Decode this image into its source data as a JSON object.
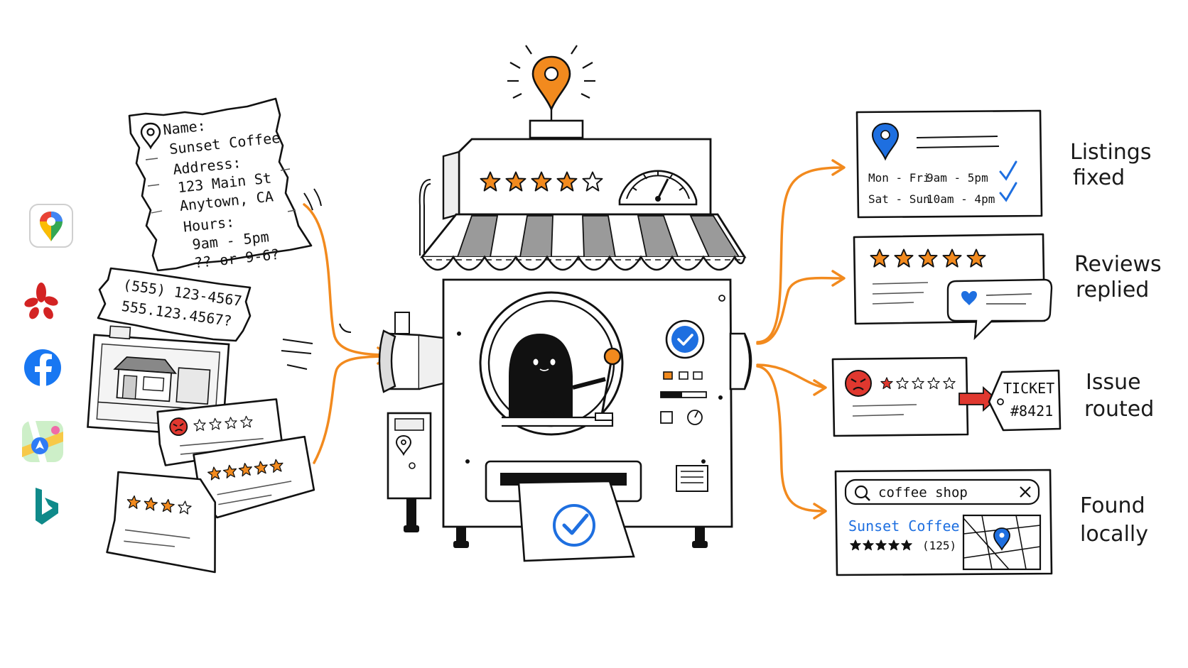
{
  "platforms": [
    {
      "name": "google-maps-icon"
    },
    {
      "name": "yelp-icon"
    },
    {
      "name": "facebook-icon"
    },
    {
      "name": "apple-maps-icon"
    },
    {
      "name": "bing-icon"
    }
  ],
  "messy_note": {
    "name_label": "Name:",
    "name_value": "Sunset Coffee",
    "address_label": "Address:",
    "address_line1": "123 Main St",
    "address_line2": "Anytown, CA",
    "hours_label": "Hours:",
    "hours_line1": "9am - 5pm",
    "hours_line2": "?? or 9-6?"
  },
  "phone_card": {
    "line1": "(555) 123-4567",
    "line2": "555.123.4567?"
  },
  "input_reviews": [
    {
      "stars_filled": 0,
      "stars_total": 4,
      "sentiment": "angry"
    },
    {
      "stars_filled": 5,
      "stars_total": 5,
      "sentiment": "none"
    },
    {
      "stars_filled": 3,
      "stars_total": 4,
      "sentiment": "none"
    }
  ],
  "machine": {
    "rating_stars_filled": 4,
    "rating_stars_total": 5
  },
  "outputs": {
    "listings": {
      "hours_row1_days": "Mon - Fri",
      "hours_row1_time": "9am - 5pm",
      "hours_row2_days": "Sat - Sun",
      "hours_row2_time": "10am - 4pm",
      "label_line1": "Listings",
      "label_line2": "fixed"
    },
    "reviews": {
      "stars_filled": 5,
      "label_line1": "Reviews",
      "label_line2": "replied"
    },
    "issue": {
      "stars_filled": 1,
      "stars_total": 5,
      "ticket_label": "TICKET",
      "ticket_number": "#8421",
      "label_line1": "Issue",
      "label_line2": "routed"
    },
    "found": {
      "search_query": "coffee shop",
      "result_name": "Sunset Coffee",
      "result_rating_count": "(125)",
      "label_line1": "Found",
      "label_line2": "locally"
    }
  },
  "colors": {
    "accent_orange": "#F28A1E",
    "star_orange": "#F28A1E",
    "check_blue": "#1E6FE0",
    "pin_blue": "#1E6FE0",
    "angry_red": "#E0382F",
    "ink": "#111111",
    "facebook_blue": "#1877F2",
    "yelp_red": "#D32323",
    "bing_teal": "#0F8A8A"
  }
}
